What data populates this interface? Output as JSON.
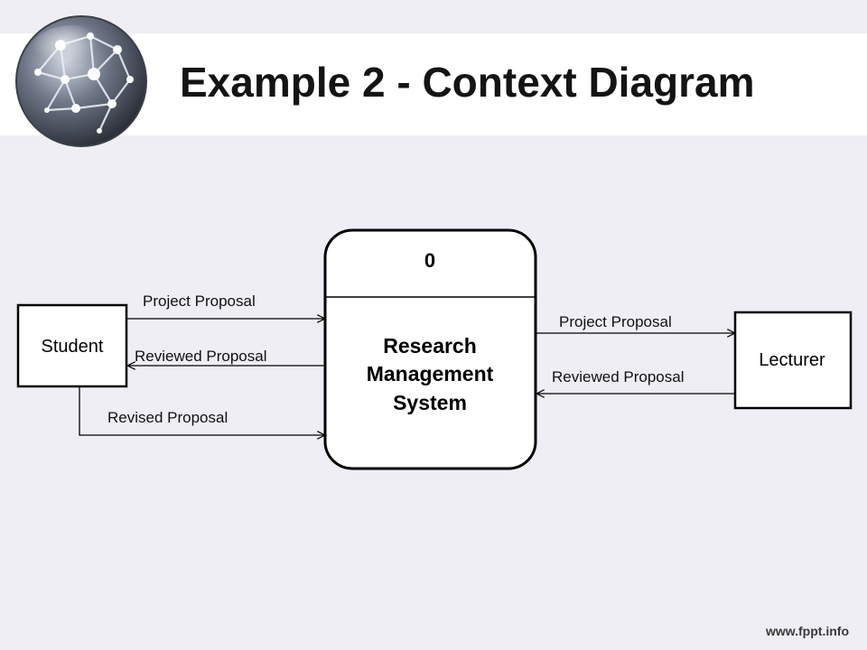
{
  "slide": {
    "title": "Example 2 - Context Diagram",
    "footer_url": "www.fppt.info"
  },
  "colors": {
    "background": "#efeef4",
    "title_band": "#ffffff",
    "stroke": "#000000"
  },
  "icons": {
    "logo": "network-globe-icon"
  },
  "diagram": {
    "process": {
      "number": "0",
      "name_lines": [
        "Research",
        "Management",
        "System"
      ]
    },
    "entities": {
      "student": "Student",
      "lecturer": "Lecturer"
    },
    "flows": {
      "student_to_system": "Project Proposal",
      "system_to_student": "Reviewed Proposal",
      "student_revised": "Revised Proposal",
      "system_to_lecturer": "Project Proposal",
      "lecturer_to_system": "Reviewed Proposal"
    }
  }
}
